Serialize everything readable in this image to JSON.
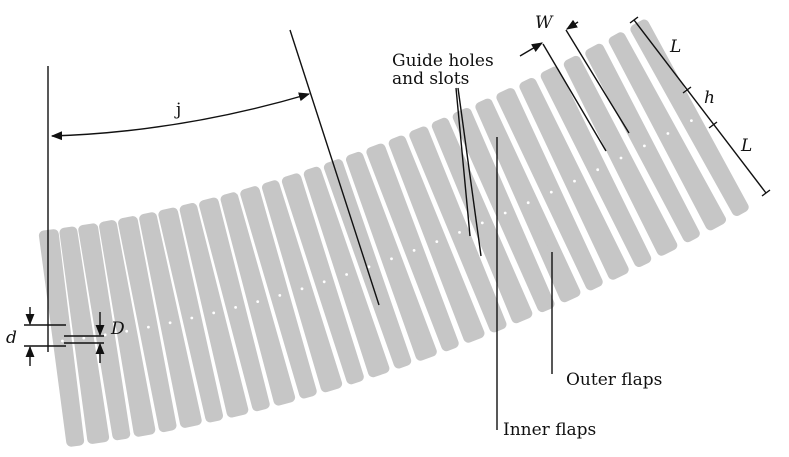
{
  "labels": {
    "j": "j",
    "guide_line1": "Guide holes",
    "guide_line2": "and slots",
    "W": "W",
    "L_top": "L",
    "h": "h",
    "L_bottom": "L",
    "d": "d",
    "D": "D",
    "outer_flaps": "Outer flaps",
    "inner_flaps": "Inner flaps"
  },
  "colors": {
    "flap": "#c6c6c6",
    "line": "#111111",
    "background": "#ffffff"
  },
  "structure": {
    "flap_count": 29
  }
}
